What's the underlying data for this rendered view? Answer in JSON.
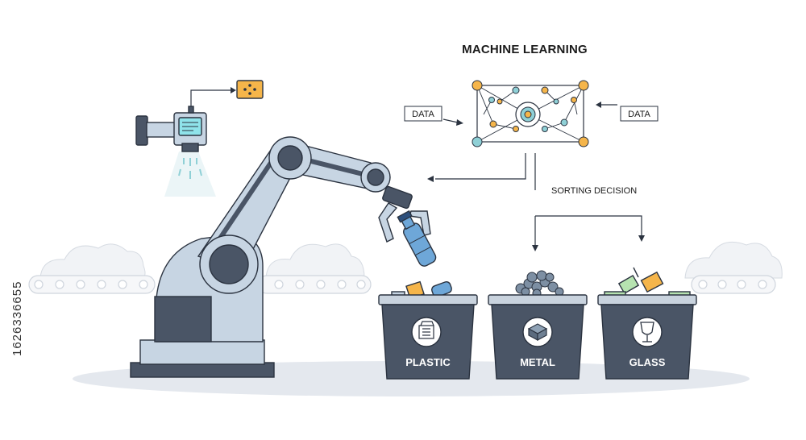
{
  "title": "MACHINE LEARNING",
  "labels": {
    "data_left": "DATA",
    "data_right": "DATA",
    "sorting_decision": "SORTING DECISION"
  },
  "bins": [
    {
      "label": "PLASTIC",
      "icon": "plastic-icon"
    },
    {
      "label": "METAL",
      "icon": "metal-icon"
    },
    {
      "label": "GLASS",
      "icon": "glass-icon"
    }
  ],
  "watermark": "1626336655",
  "colors": {
    "bin": "#4a5566",
    "bin_lid": "#c9d3de",
    "robot_body": "#c7d5e3",
    "robot_dark": "#4a5566",
    "node": "#f5b54a",
    "node_teal": "#8fd0d6",
    "camera_screen": "#8fe3ea",
    "signal_box": "#f5b54a"
  }
}
